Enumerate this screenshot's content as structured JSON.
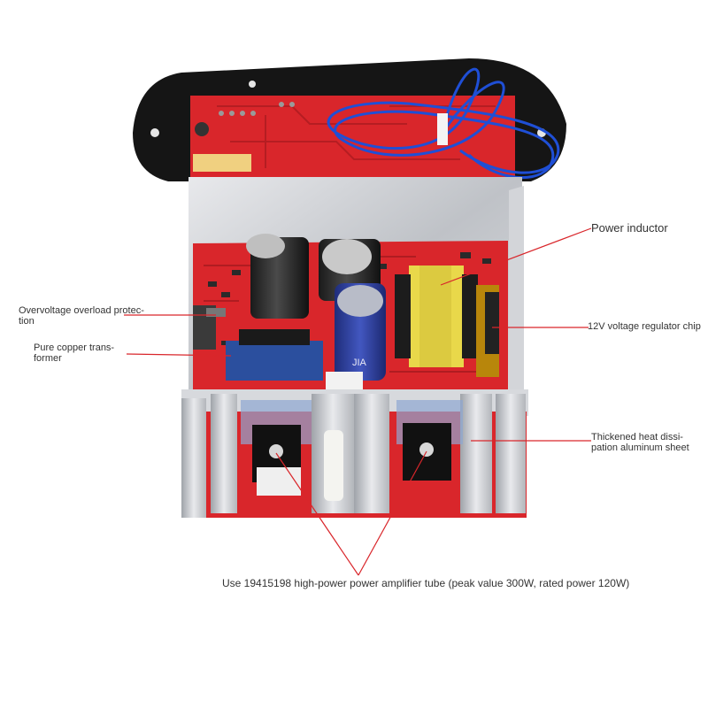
{
  "annotations": {
    "power_inductor": "Power inductor",
    "overvoltage_line1": "Overvoltage overload protec-",
    "overvoltage_line2": "tion",
    "regulator_chip": "12V voltage regulator chip",
    "transformer_line1": "Pure copper trans-",
    "transformer_line2": "former",
    "heatsink_line1": "Thickened heat dissi-",
    "heatsink_line2": "pation aluminum sheet",
    "amplifier_tube": "Use 19415198 high-power power amplifier tube (peak value 300W, rated power 120W)"
  },
  "board_markings": {
    "capacitor_text": "JIA"
  },
  "colors": {
    "pcb_red": "#d9262b",
    "aluminum": "#c9cbcf",
    "callout_line": "#d9262b",
    "capacitor_blue": "#2f3f9e",
    "inductor_yellow": "#e9d84a",
    "transformer_blue": "#2b4f9e",
    "wire_blue": "#1f4fd6"
  }
}
